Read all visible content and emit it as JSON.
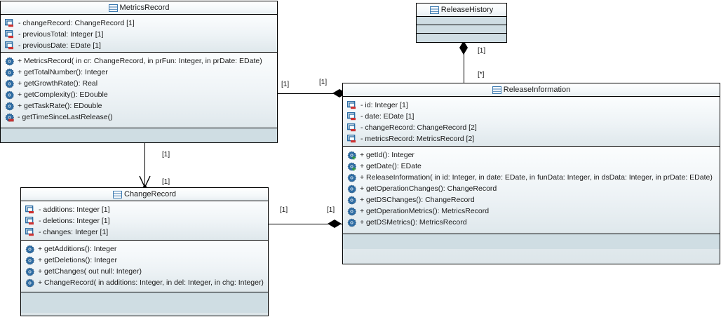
{
  "diagram": {
    "title": "UML Class Diagram",
    "colors": {
      "box_fill_top": "#fdfefe",
      "box_fill_bottom": "#dde6ea",
      "tail_fill": "#cfdde3",
      "border": "#000000",
      "icon_blue": "#2b6ca3",
      "icon_red": "#cc3333",
      "icon_green": "#2e9b3e",
      "text": "#1a1a1a"
    },
    "classes": [
      {
        "id": "metricsRecord",
        "name": "MetricsRecord",
        "attributes": [
          {
            "text": "- changeRecord: ChangeRecord [1]",
            "icon": "attribute-private-icon"
          },
          {
            "text": "- previousTotal: Integer [1]",
            "icon": "attribute-private-icon"
          },
          {
            "text": "- previousDate: EDate [1]",
            "icon": "attribute-private-icon"
          }
        ],
        "operations": [
          {
            "text": "+ MetricsRecord(  in cr: ChangeRecord,    in prFun: Integer,    in prDate: EDate)",
            "icon": "operation-icon"
          },
          {
            "text": "+ getTotalNumber(): Integer",
            "icon": "operation-icon"
          },
          {
            "text": "+ getGrowthRate(): Real",
            "icon": "operation-icon"
          },
          {
            "text": "+ getComplexity(): EDouble",
            "icon": "operation-icon"
          },
          {
            "text": "+ getTaskRate(): EDouble",
            "icon": "operation-icon"
          },
          {
            "text": "- getTimeSinceLastRelease()",
            "icon": "operation-private-icon"
          }
        ]
      },
      {
        "id": "releaseHistory",
        "name": "ReleaseHistory",
        "attributes": [],
        "operations": []
      },
      {
        "id": "releaseInformation",
        "name": "ReleaseInformation",
        "attributes": [
          {
            "text": "- id: Integer [1]",
            "icon": "attribute-private-icon"
          },
          {
            "text": "- date: EDate [1]",
            "icon": "attribute-private-icon"
          },
          {
            "text": "- changeRecord: ChangeRecord [2]",
            "icon": "attribute-private-icon"
          },
          {
            "text": "- metricsRecord: MetricsRecord [2]",
            "icon": "attribute-private-icon"
          }
        ],
        "operations": [
          {
            "text": "+ getId(): Integer",
            "icon": "operation-new-icon"
          },
          {
            "text": "+ getDate(): EDate",
            "icon": "operation-new-icon"
          },
          {
            "text": "+ ReleaseInformation(  in id: Integer,    in date: EDate,    in funData: Integer,    in dsData: Integer,    in prDate: EDate)",
            "icon": "operation-icon"
          },
          {
            "text": "+ getOperationChanges(): ChangeRecord",
            "icon": "operation-icon"
          },
          {
            "text": "+ getDSChanges(): ChangeRecord",
            "icon": "operation-icon"
          },
          {
            "text": "+ getOperationMetrics(): MetricsRecord",
            "icon": "operation-icon"
          },
          {
            "text": "+ getDSMetrics(): MetricsRecord",
            "icon": "operation-icon"
          }
        ]
      },
      {
        "id": "changeRecord",
        "name": "ChangeRecord",
        "attributes": [
          {
            "text": "- additions: Integer [1]",
            "icon": "attribute-private-icon"
          },
          {
            "text": "- deletions: Integer [1]",
            "icon": "attribute-private-icon"
          },
          {
            "text": "- changes: Integer [1]",
            "icon": "attribute-private-icon"
          }
        ],
        "operations": [
          {
            "text": "+ getAdditions(): Integer",
            "icon": "operation-icon"
          },
          {
            "text": "+ getDeletions(): Integer",
            "icon": "operation-icon"
          },
          {
            "text": "+ getChanges(  out null: Integer)",
            "icon": "operation-icon"
          },
          {
            "text": "+ ChangeRecord(  in additions: Integer,    in del: Integer,    in chg: Integer)",
            "icon": "operation-icon"
          }
        ]
      }
    ],
    "relations": [
      {
        "id": "history-to-releaseinfo",
        "from": "releaseHistory",
        "to": "releaseInformation",
        "type": "composition",
        "source_multiplicity": "[1]",
        "target_multiplicity": "[*]"
      },
      {
        "id": "metrics-to-releaseinfo",
        "from": "metricsRecord",
        "to": "releaseInformation",
        "type": "composition",
        "source_multiplicity": "[1]",
        "target_multiplicity": "[1]"
      },
      {
        "id": "changerecord-to-releaseinfo",
        "from": "changeRecord",
        "to": "releaseInformation",
        "type": "composition",
        "source_multiplicity": "[1]",
        "target_multiplicity": "[1]"
      },
      {
        "id": "metrics-to-changerecord",
        "from": "metricsRecord",
        "to": "changeRecord",
        "type": "directed-association",
        "source_multiplicity": "[1]",
        "target_multiplicity": "[1]"
      }
    ]
  }
}
